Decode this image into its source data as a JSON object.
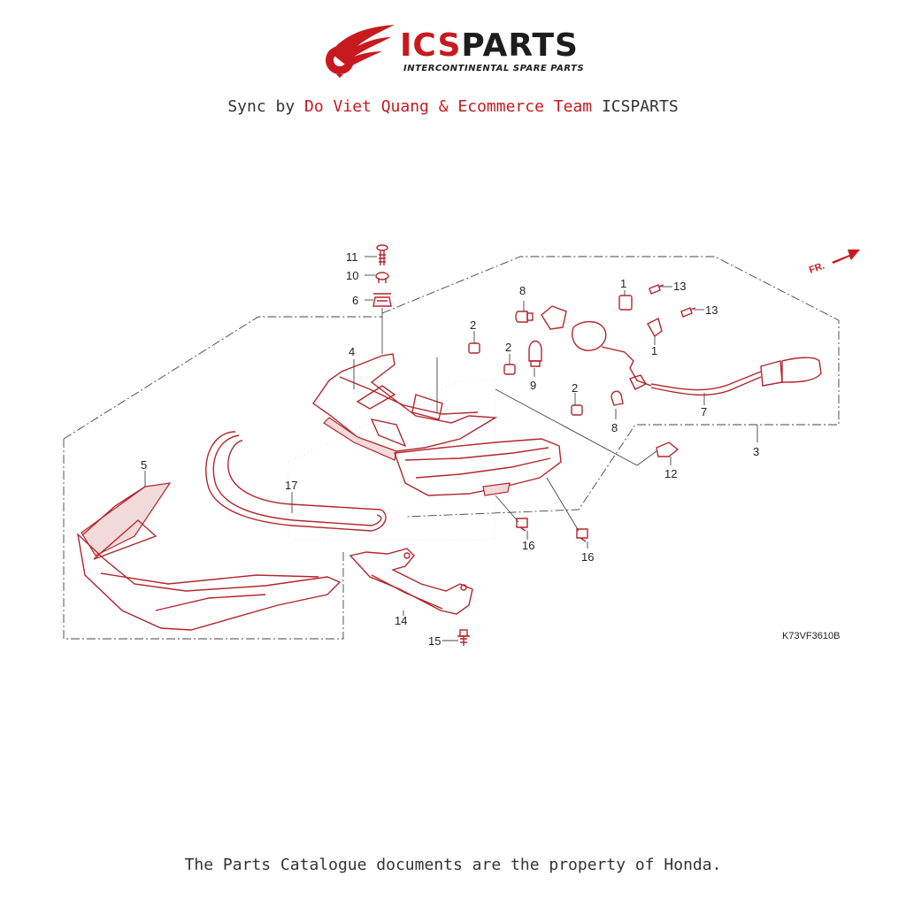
{
  "brand": {
    "name_part1": "ICS",
    "name_part2": "PARTS",
    "tagline": "INTERCONTINENTAL SPARE PARTS",
    "accent_color": "#c8191f"
  },
  "credit": {
    "prefix": "Sync by ",
    "highlight": "Do Viet Quang & Ecommerce Team",
    "suffix": " ICSPARTS"
  },
  "diagram": {
    "direction_label": "FR.",
    "drawing_code": "K73VF3610B",
    "callouts": [
      "11",
      "10",
      "6",
      "4",
      "8",
      "1",
      "13",
      "13",
      "1",
      "2",
      "2",
      "9",
      "2",
      "8",
      "7",
      "3",
      "12",
      "5",
      "17",
      "16",
      "16",
      "14",
      "15"
    ]
  },
  "footer": {
    "text": "The Parts Catalogue documents are the property of Honda."
  }
}
